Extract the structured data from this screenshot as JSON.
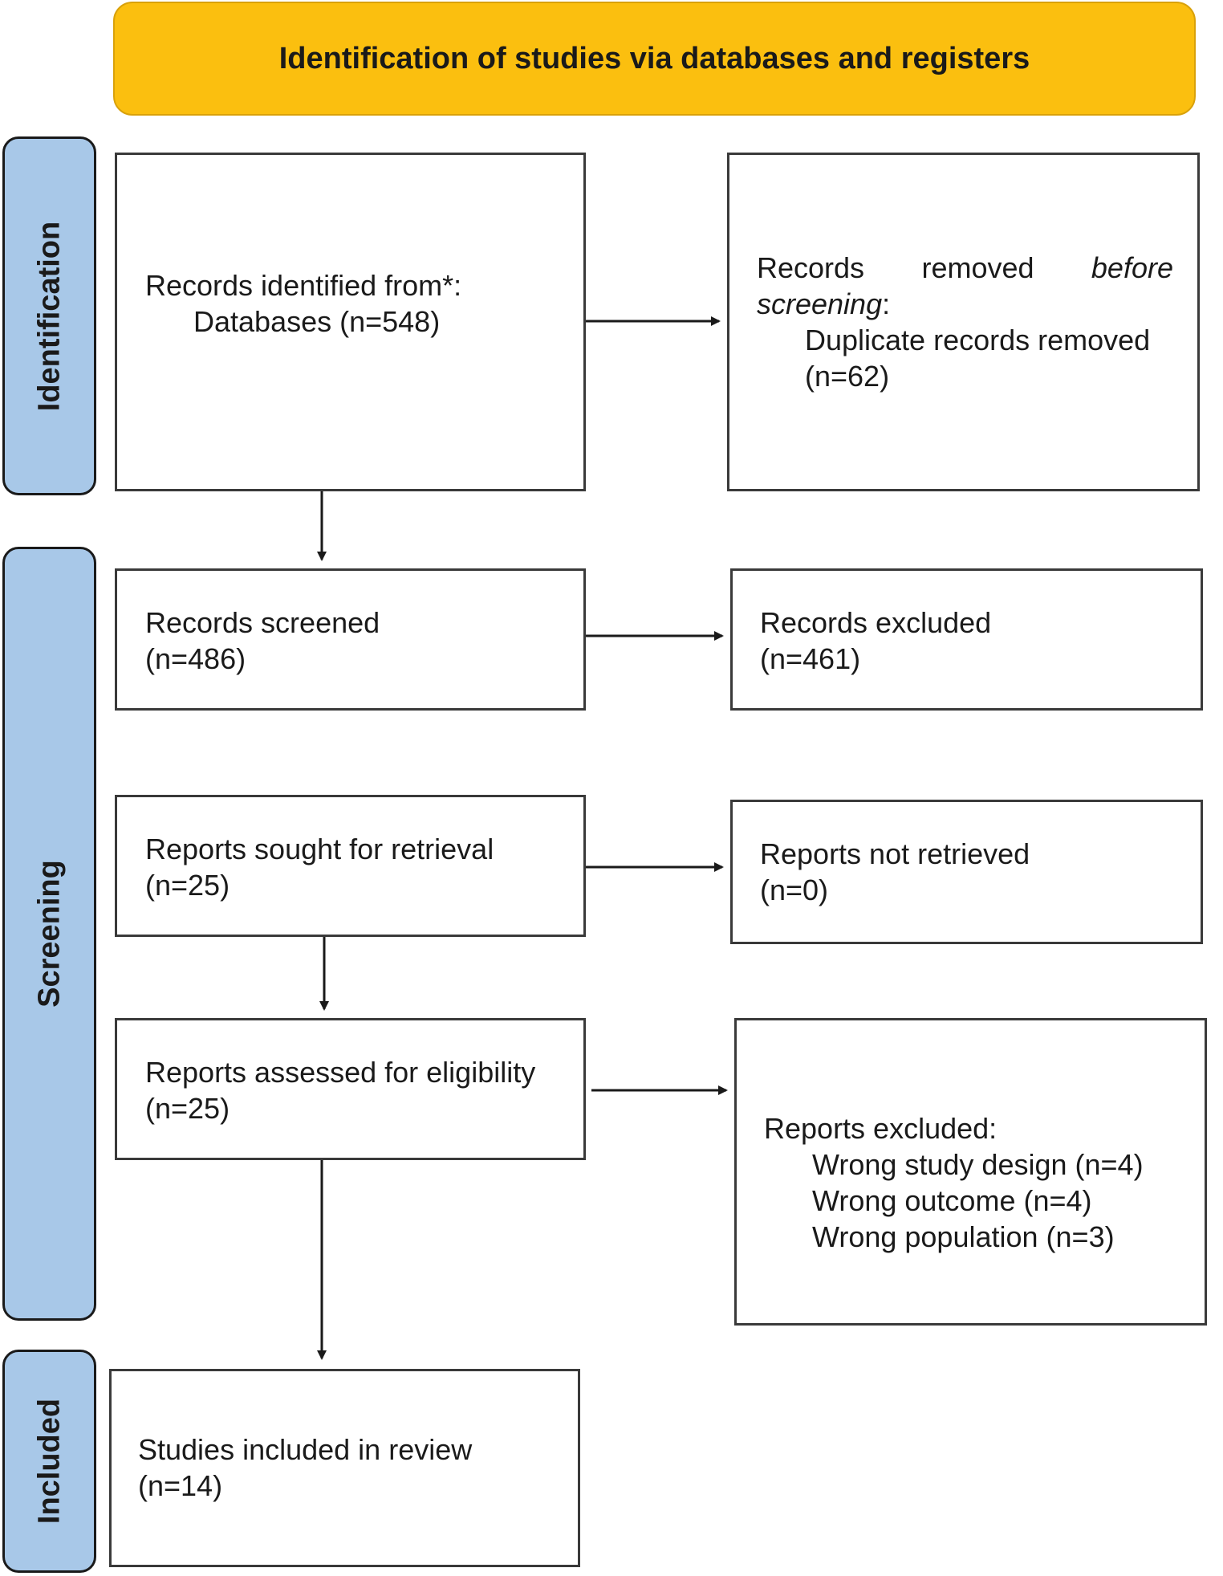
{
  "header": {
    "title": "Identification of studies via databases and registers"
  },
  "phases": {
    "identification": "Identification",
    "screening": "Screening",
    "included": "Included"
  },
  "boxes": {
    "records_identified": {
      "line1": "Records identified from*:",
      "line2": "Databases (n=548)"
    },
    "records_removed": {
      "word1": "Records",
      "word2": "removed",
      "word3": "before",
      "word4": "screening",
      "colon": ":",
      "line2": "Duplicate records removed",
      "line3": "(n=62)"
    },
    "records_screened": {
      "line1": "Records screened",
      "line2": "(n=486)"
    },
    "records_excluded": {
      "line1": "Records excluded",
      "line2": "(n=461)"
    },
    "reports_sought": {
      "line1": "Reports sought for retrieval",
      "line2": "(n=25)"
    },
    "reports_not_retrieved": {
      "line1": "Reports not retrieved",
      "line2": "(n=0)"
    },
    "reports_assessed": {
      "line1": "Reports assessed for eligibility",
      "line2": "(n=25)"
    },
    "reports_excluded": {
      "title": "Reports excluded:",
      "reasons": [
        "Wrong study design (n=4)",
        "Wrong outcome (n=4)",
        "Wrong population (n=3)"
      ]
    },
    "studies_included": {
      "line1": "Studies included in review",
      "line2": "(n=14)"
    }
  },
  "colors": {
    "header_fill": "#fbbf0f",
    "phase_fill": "#a8c8e8",
    "stroke": "#1a1a1a"
  }
}
